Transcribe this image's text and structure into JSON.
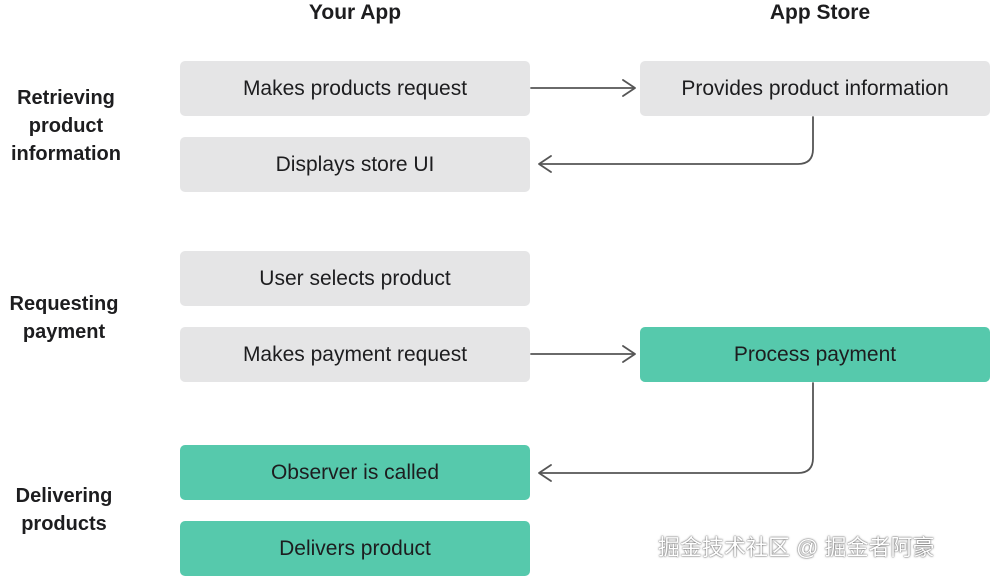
{
  "columns": {
    "app": "Your App",
    "store": "App Store"
  },
  "sections": {
    "retrieving": [
      "Retrieving",
      "product",
      "information"
    ],
    "requesting": [
      "Requesting",
      "payment"
    ],
    "delivering": [
      "Delivering",
      "products"
    ]
  },
  "steps": {
    "makes_products_request": "Makes products request",
    "provides_product_information": "Provides product information",
    "displays_store_ui": "Displays store UI",
    "user_selects_product": "User selects product",
    "makes_payment_request": "Makes payment request",
    "process_payment": "Process payment",
    "observer_is_called": "Observer is called",
    "delivers_product": "Delivers product"
  },
  "colors": {
    "gray_box": "#e5e5e6",
    "green_box": "#56c9ac",
    "arrow": "#555555"
  },
  "watermark": "掘金技术社区 @ 掘金者阿豪"
}
